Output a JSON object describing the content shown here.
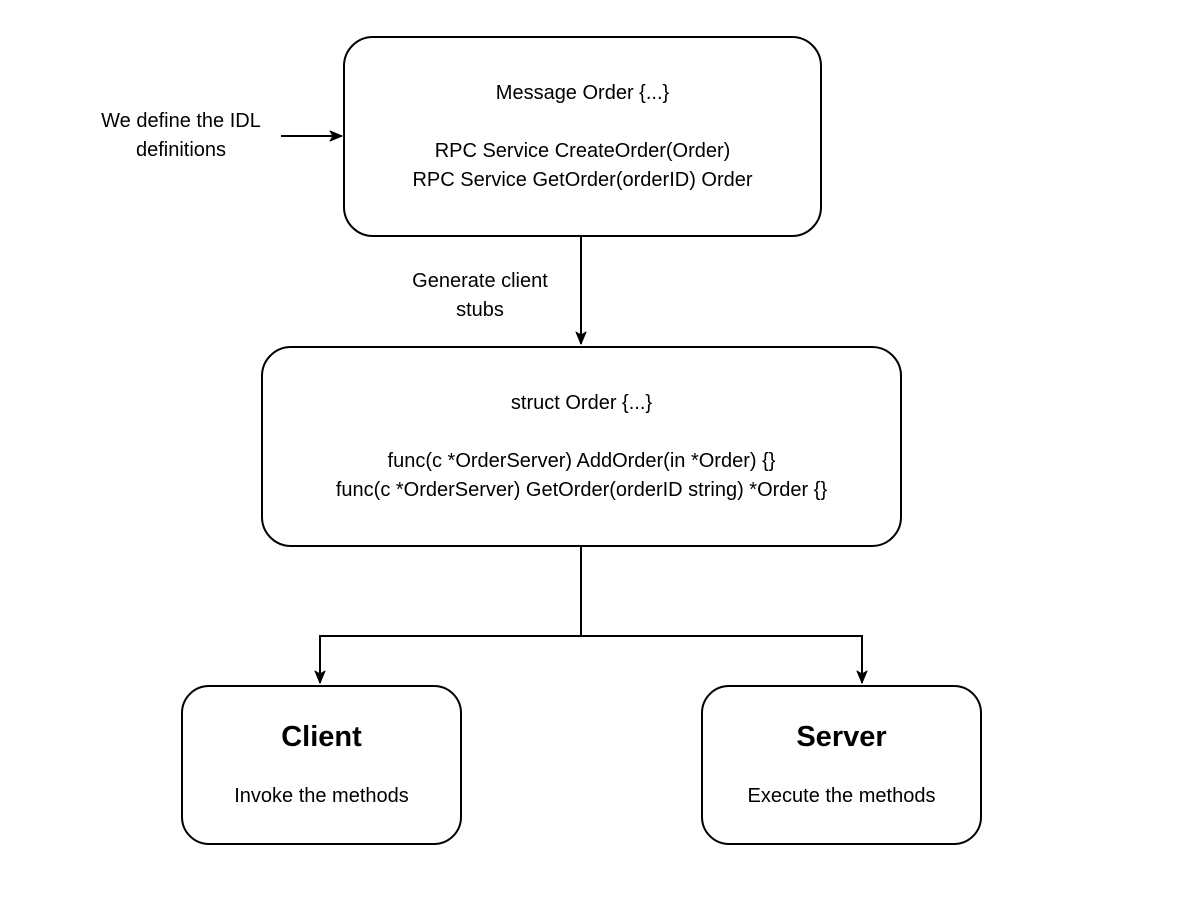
{
  "diagram": {
    "nodes": {
      "idl": {
        "lines": [
          "Message Order {...}",
          "",
          "RPC Service CreateOrder(Order)",
          "RPC Service GetOrder(orderID) Order"
        ]
      },
      "stubs": {
        "lines": [
          "struct Order {...}",
          "",
          "func(c *OrderServer) AddOrder(in *Order) {}",
          "func(c *OrderServer) GetOrder(orderID string) *Order {}"
        ]
      },
      "client": {
        "title": "Client",
        "subtitle": "Invoke the methods"
      },
      "server": {
        "title": "Server",
        "subtitle": "Execute the methods"
      }
    },
    "labels": {
      "define_idl": "We define the IDL\ndefinitions",
      "generate_stubs": "Generate client\nstubs"
    },
    "colors": {
      "stroke": "#000000",
      "background": "#ffffff",
      "text": "#000000"
    }
  }
}
